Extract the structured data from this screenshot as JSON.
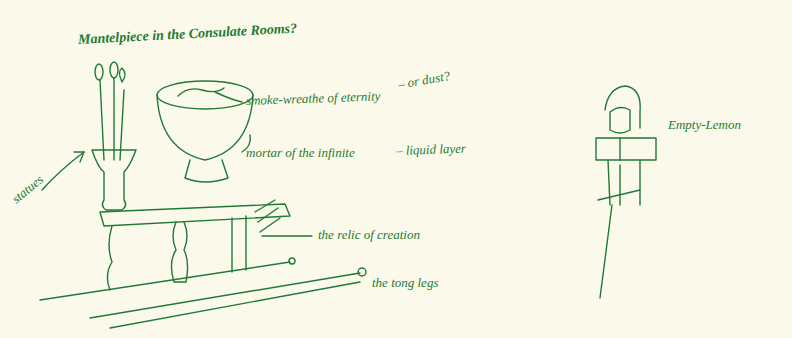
{
  "diagram": {
    "title": "Mantelpiece in the Consulate Rooms?",
    "labels": [
      "statues",
      "smoke-wreathe of eternity",
      "– or dust?",
      "mortar of the infinite",
      "– liquid layer",
      "the relic of creation",
      "the tong legs",
      "Empty-Lemon"
    ]
  }
}
